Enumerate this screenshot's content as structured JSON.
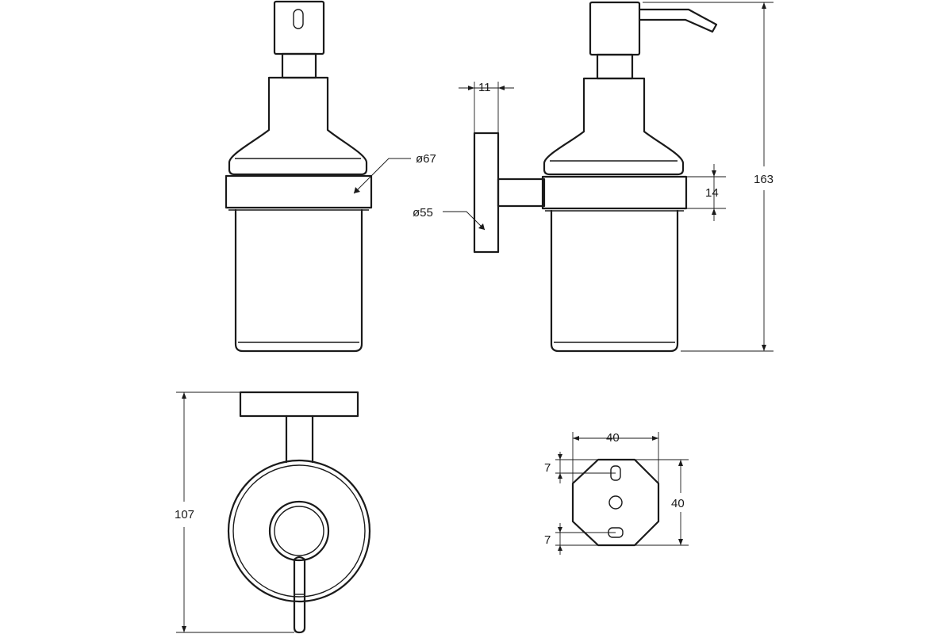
{
  "dimensions": {
    "bowl_diameter": "ø67",
    "base_diameter": "ø55",
    "mount_thickness": "11",
    "collar_height": "14",
    "total_height": "163",
    "depth": "107",
    "plate_width": "40",
    "plate_height": "40",
    "slot_top_offset": "7",
    "slot_bottom_offset": "7"
  }
}
